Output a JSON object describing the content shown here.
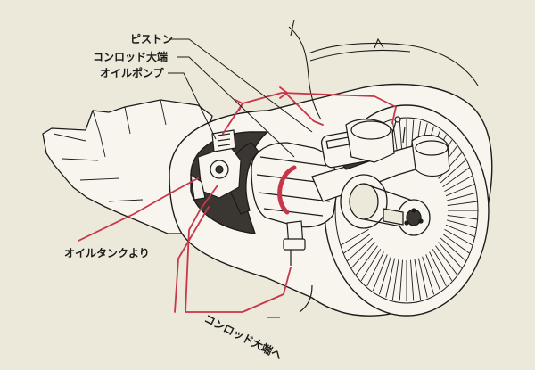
{
  "labels": {
    "piston": "ピストン",
    "conrod_big_end": "コンロッド大端",
    "oil_pump": "オイルポンプ",
    "from_oil_tank": "オイルタンクより",
    "to_conrod_big_end": "コンロッド大端へ"
  },
  "colors": {
    "paper": "#ece8da",
    "ink": "#1e1c1a",
    "oil_line": "#c8364a",
    "engine_fill": "#f7f5ee",
    "shadow": "#3a3733"
  }
}
